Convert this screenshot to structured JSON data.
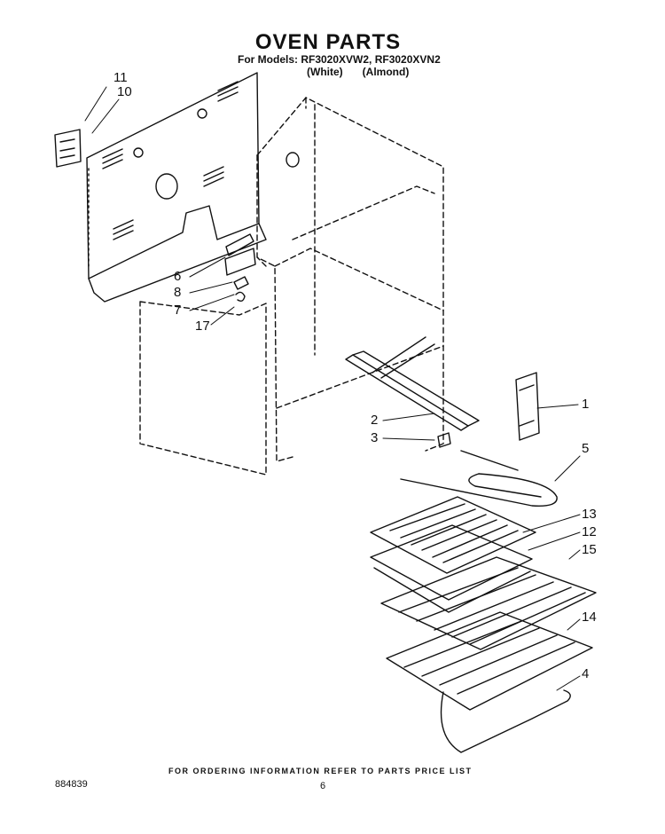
{
  "header": {
    "title": "OVEN PARTS",
    "models_line": "For Models: RF3020XVW2, RF3020XVN2",
    "finish_white": "(White)",
    "finish_almond": "(Almond)"
  },
  "callouts": [
    "11",
    "10",
    "6",
    "8",
    "7",
    "17",
    "2",
    "3",
    "1",
    "5",
    "13",
    "12",
    "15",
    "14",
    "4"
  ],
  "footer": {
    "ordering_note": "FOR ORDERING INFORMATION REFER TO PARTS PRICE LIST",
    "document_number": "884839",
    "page_number": "6"
  }
}
